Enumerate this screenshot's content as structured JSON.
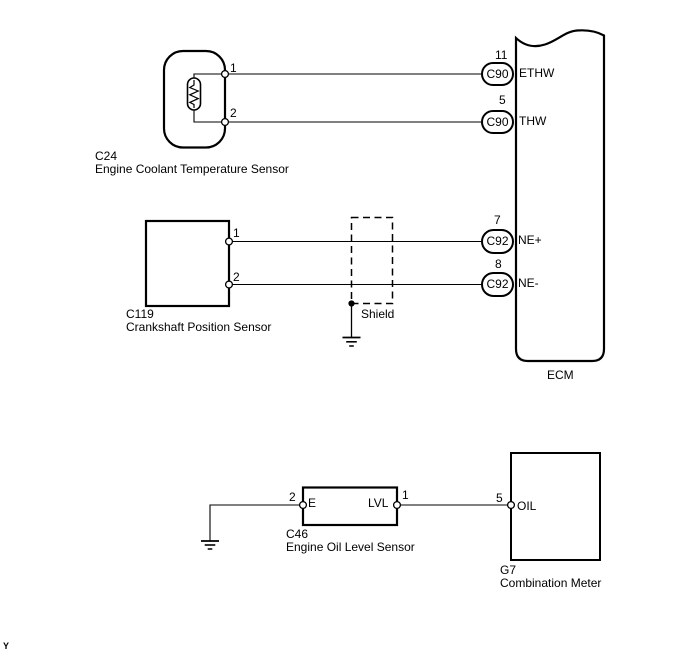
{
  "colors": {
    "line": "#000000",
    "background": "#ffffff"
  },
  "coolant_sensor": {
    "id": "C24",
    "name": "Engine Coolant Temperature Sensor",
    "pin1": "1",
    "pin2": "2"
  },
  "crank_sensor": {
    "id": "C119",
    "name": "Crankshaft Position Sensor",
    "pin1": "1",
    "pin2": "2"
  },
  "shield": {
    "label": "Shield"
  },
  "ecm": {
    "label": "ECM",
    "terminals": [
      {
        "pin": "11",
        "connector": "C90",
        "signal": "ETHW"
      },
      {
        "pin": "5",
        "connector": "C90",
        "signal": "THW"
      },
      {
        "pin": "7",
        "connector": "C92",
        "signal": "NE+"
      },
      {
        "pin": "8",
        "connector": "C92",
        "signal": "NE-"
      }
    ]
  },
  "oil_sensor": {
    "id": "C46",
    "name": "Engine Oil Level Sensor",
    "pin_e_number": "2",
    "pin_e_label": "E",
    "pin_lvl_number": "1",
    "pin_lvl_label": "LVL"
  },
  "combination_meter": {
    "id": "G7",
    "name": "Combination Meter",
    "pin_oil_number": "5",
    "pin_oil_label": "OIL"
  },
  "footnote": "Y"
}
